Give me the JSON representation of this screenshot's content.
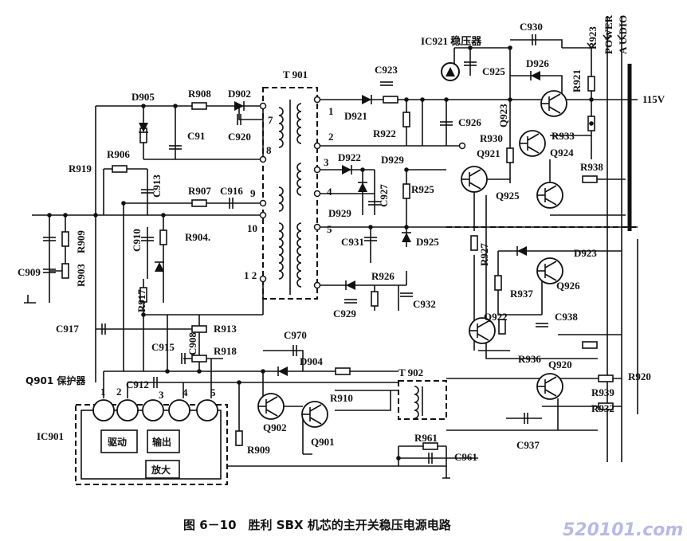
{
  "caption": "图 6－10　胜利 SBX 机芯的主开关稳压电源电路",
  "watermark": "520101.com",
  "labels": {
    "c930": "C930",
    "r923": "R923",
    "power": "POWER",
    "audio": "A U DIO",
    "ic921": "IC921 稳压器",
    "c925": "C925",
    "d926": "D926",
    "r921": "R921",
    "t901": "T 901",
    "c923": "C923",
    "d905": "D905",
    "r908": "R908",
    "d902": "D902",
    "v115": "115V",
    "q923": "Q923",
    "r933": "R933",
    "r930": "R930",
    "q921": "Q921",
    "q924": "Q924",
    "d921": "D921",
    "r922": "R922",
    "c926": "C926",
    "c91": "C91",
    "c920": "C920",
    "p7": "7",
    "p8": "8",
    "p1": "1",
    "p2": "2",
    "p3": "3",
    "p4": "4",
    "p5": "5",
    "p9": "9",
    "p10": "10",
    "p12": "1 2",
    "d922": "D922",
    "d929a": "D929",
    "r906": "R906",
    "r919": "R919",
    "c913": "C913",
    "r938": "R938",
    "q925": "Q925",
    "r907": "R907",
    "c916": "C916",
    "c927": "C927",
    "r925": "R925",
    "d929b": "D929",
    "c931": "C931",
    "d925": "D925",
    "r909a": "R909",
    "c910": "C910",
    "r904": "R904.",
    "c909": "C909",
    "r903": "R903",
    "r927": "R927",
    "d923": "D923",
    "r917": "R917",
    "r926": "R926",
    "r937": "R937",
    "q926": "Q926",
    "c929": "C929",
    "c932": "C932",
    "c917": "C917",
    "r913": "R913",
    "c938": "C938",
    "q922": "Q922",
    "c915": "C915",
    "c908": "C908",
    "r918": "R918",
    "c970": "C970",
    "d904": "D904",
    "r936": "R936",
    "q920": "Q920",
    "r920": "R920",
    "q901prot": "Q901 保护器",
    "c912": "C912",
    "i1": "1",
    "i2": "2",
    "i3": "3",
    "i4": "4",
    "i5": "5",
    "t902": "T 902",
    "r910": "R910",
    "r939": "R939",
    "r932": "R932",
    "q902": "Q902",
    "q901": "Q901",
    "ic901": "IC901",
    "drive": "驱动",
    "output": "输出",
    "amp": "放大",
    "r961": "R961",
    "c961": "C961",
    "c937": "C937",
    "r909b": "R909"
  }
}
